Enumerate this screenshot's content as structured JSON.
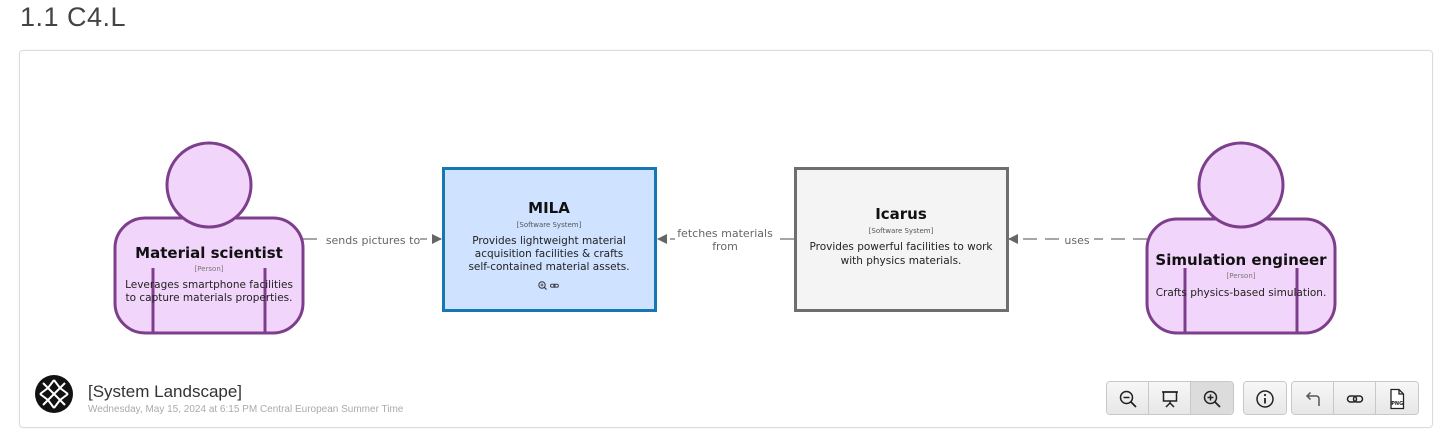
{
  "page": {
    "title": "1.1 C4.L"
  },
  "diagram": {
    "elements": [
      {
        "id": "material-scientist",
        "name": "Material scientist",
        "type": "[Person]",
        "description": [
          "Leverages smartphone facilities",
          "to capture materials properties."
        ]
      },
      {
        "id": "mila",
        "name": "MILA",
        "type": "[Software System]",
        "description": [
          "Provides lightweight material",
          "acquisition facilities & crafts",
          "self-contained material assets."
        ]
      },
      {
        "id": "icarus",
        "name": "Icarus",
        "type": "[Software System]",
        "description": [
          "Provides powerful facilities to work",
          "with physics materials."
        ]
      },
      {
        "id": "simulation-engineer",
        "name": "Simulation engineer",
        "type": "[Person]",
        "description": [
          "Crafts physics-based simulation."
        ]
      }
    ],
    "relationships": [
      {
        "from": "material-scientist",
        "to": "mila",
        "label": [
          "sends pictures to"
        ]
      },
      {
        "from": "icarus",
        "to": "mila",
        "label": [
          "fetches materials",
          "from"
        ]
      },
      {
        "from": "simulation-engineer",
        "to": "icarus",
        "label": [
          "uses"
        ]
      }
    ]
  },
  "footer": {
    "title": "[System Landscape]",
    "date": "Wednesday, May 15, 2024 at 6:15 PM Central European Summer Time"
  },
  "toolbar": {
    "buttons": [
      {
        "id": "zoom-out",
        "icon": "zoom-out-icon"
      },
      {
        "id": "presentation",
        "icon": "presentation-icon"
      },
      {
        "id": "zoom-in",
        "icon": "zoom-in-icon"
      },
      {
        "id": "info",
        "icon": "info-icon"
      },
      {
        "id": "back",
        "icon": "back-arrow-icon"
      },
      {
        "id": "link",
        "icon": "link-icon"
      },
      {
        "id": "png",
        "icon": "png-export-icon",
        "text": "PNG"
      }
    ]
  },
  "colors": {
    "person_fill": "#f2d5fa",
    "person_stroke": "#7d3f8c",
    "mila_fill": "#cfe2ff",
    "mila_stroke": "#1677b4",
    "icarus_fill": "#f4f4f4",
    "icarus_stroke": "#6e6e6e",
    "relationship": "#777777"
  }
}
